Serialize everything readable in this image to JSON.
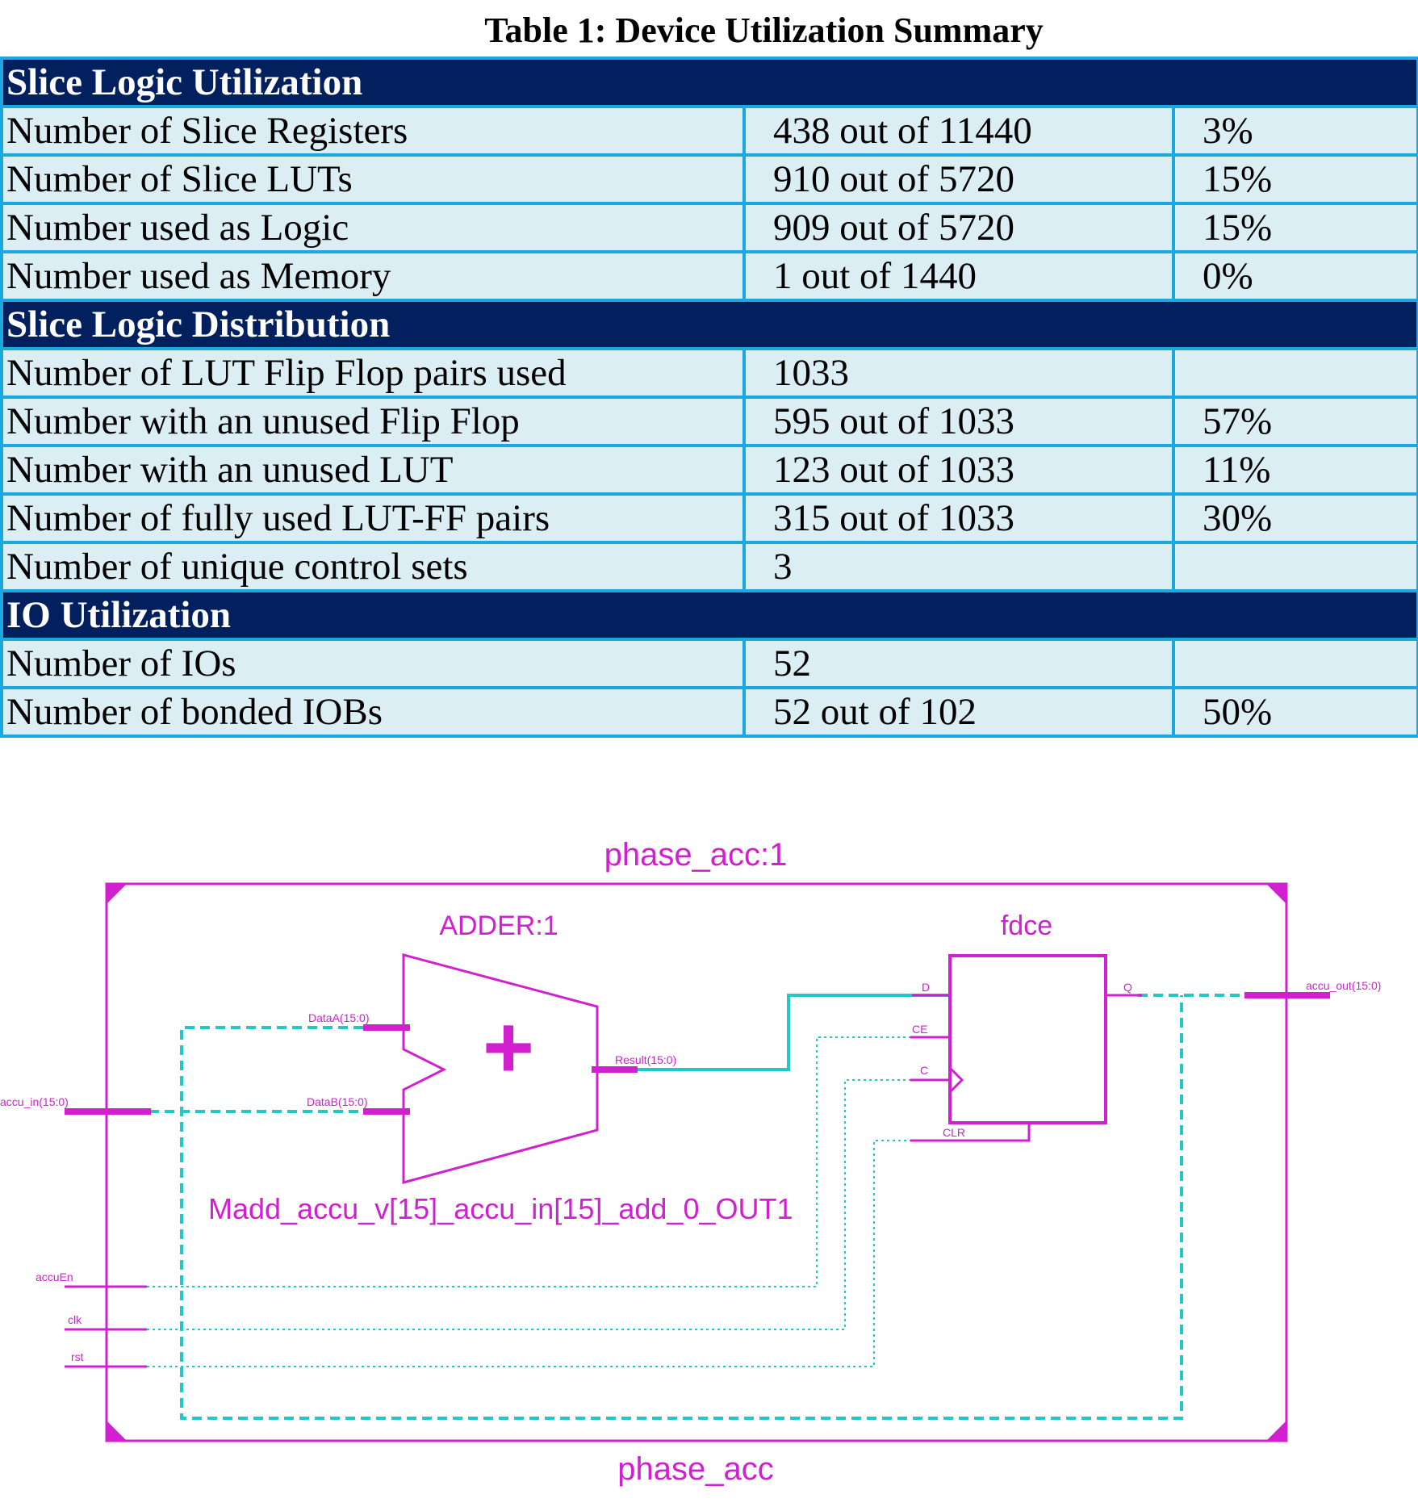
{
  "caption": "Table 1: Device Utilization Summary",
  "table": {
    "sections": [
      {
        "title": "Slice Logic Utilization",
        "rows": [
          {
            "label": "Number of Slice Registers",
            "value": "438 out of 11440",
            "percent": "3%"
          },
          {
            "label": "Number of Slice LUTs",
            "value": "910 out of 5720",
            "percent": "15%"
          },
          {
            "label": "Number used as Logic",
            "value": "909 out of 5720",
            "percent": "15%"
          },
          {
            "label": "Number used as Memory",
            "value": "1 out of 1440",
            "percent": "0%"
          }
        ]
      },
      {
        "title": "Slice Logic Distribution",
        "rows": [
          {
            "label": "Number of LUT Flip Flop pairs used",
            "value": "1033",
            "percent": ""
          },
          {
            "label": "Number with an unused Flip Flop",
            "value": "595 out of 1033",
            "percent": "57%"
          },
          {
            "label": "Number with an unused LUT",
            "value": "123 out of 1033",
            "percent": "11%"
          },
          {
            "label": "Number of fully used LUT-FF pairs",
            "value": "315 out of 1033",
            "percent": "30%"
          },
          {
            "label": "Number of unique control sets",
            "value": "3",
            "percent": ""
          }
        ]
      },
      {
        "title": "IO Utilization",
        "rows": [
          {
            "label": "Number of IOs",
            "value": "52",
            "percent": ""
          },
          {
            "label": "Number of bonded IOBs",
            "value": "52 out of 102",
            "percent": "50%"
          }
        ]
      }
    ]
  },
  "schematic": {
    "top_label": "phase_acc:1",
    "bottom_label": "phase_acc",
    "adder_title": "ADDER:1",
    "adder_symbol": "+",
    "adder_instance": "Madd_accu_v[15]_accu_in[15]_add_0_OUT1",
    "adder_port_a": "DataA(15:0)",
    "adder_port_b": "DataB(15:0)",
    "adder_port_result": "Result(15:0)",
    "ff_title": "fdce",
    "ff_port_d": "D",
    "ff_port_ce": "CE",
    "ff_port_c": "C",
    "ff_port_clr": "CLR",
    "ff_port_q": "Q",
    "input_accu_in": "accu_in(15:0)",
    "input_accuen": "accuEn",
    "input_clk": "clk",
    "input_rst": "rst",
    "output_accu_out": "accu_out(15:0)",
    "colors": {
      "component": "#d020d0",
      "bus_net": "#20c8c8",
      "header": "#03205e",
      "cell": "#dbeef4",
      "border": "#1ba8e0"
    }
  }
}
